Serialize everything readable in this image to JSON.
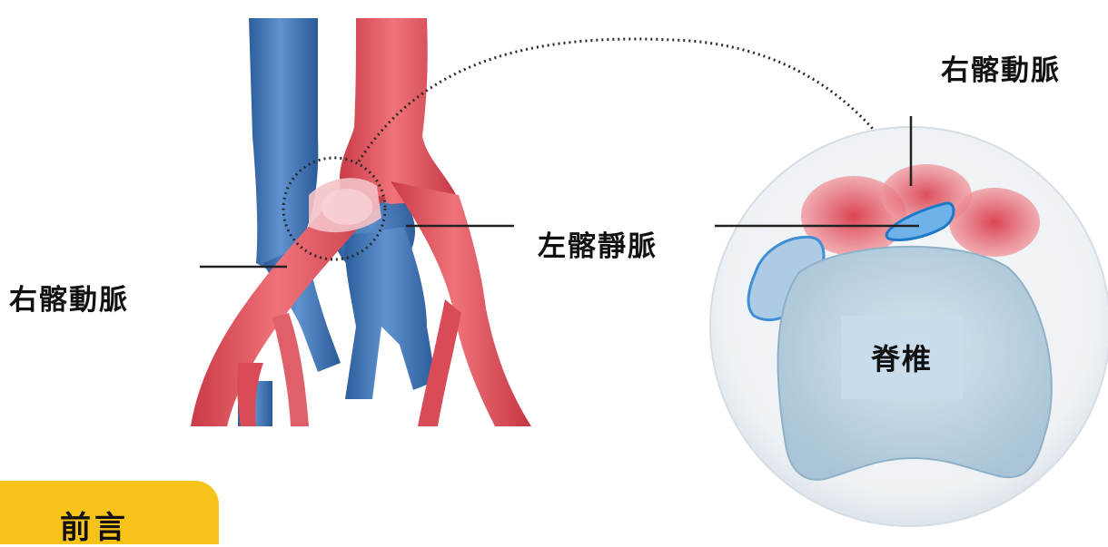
{
  "labels": {
    "right_artery_top": "右髂動脈",
    "right_artery_left": "右髂動脈",
    "left_vein": "左髂靜脈",
    "spine": "脊椎"
  },
  "section_tab": {
    "label": "前言"
  },
  "colors": {
    "artery": "#e8505b",
    "vein": "#3f73b5",
    "tab": "#f7c21a",
    "spine_fill": "#c9dce8"
  }
}
